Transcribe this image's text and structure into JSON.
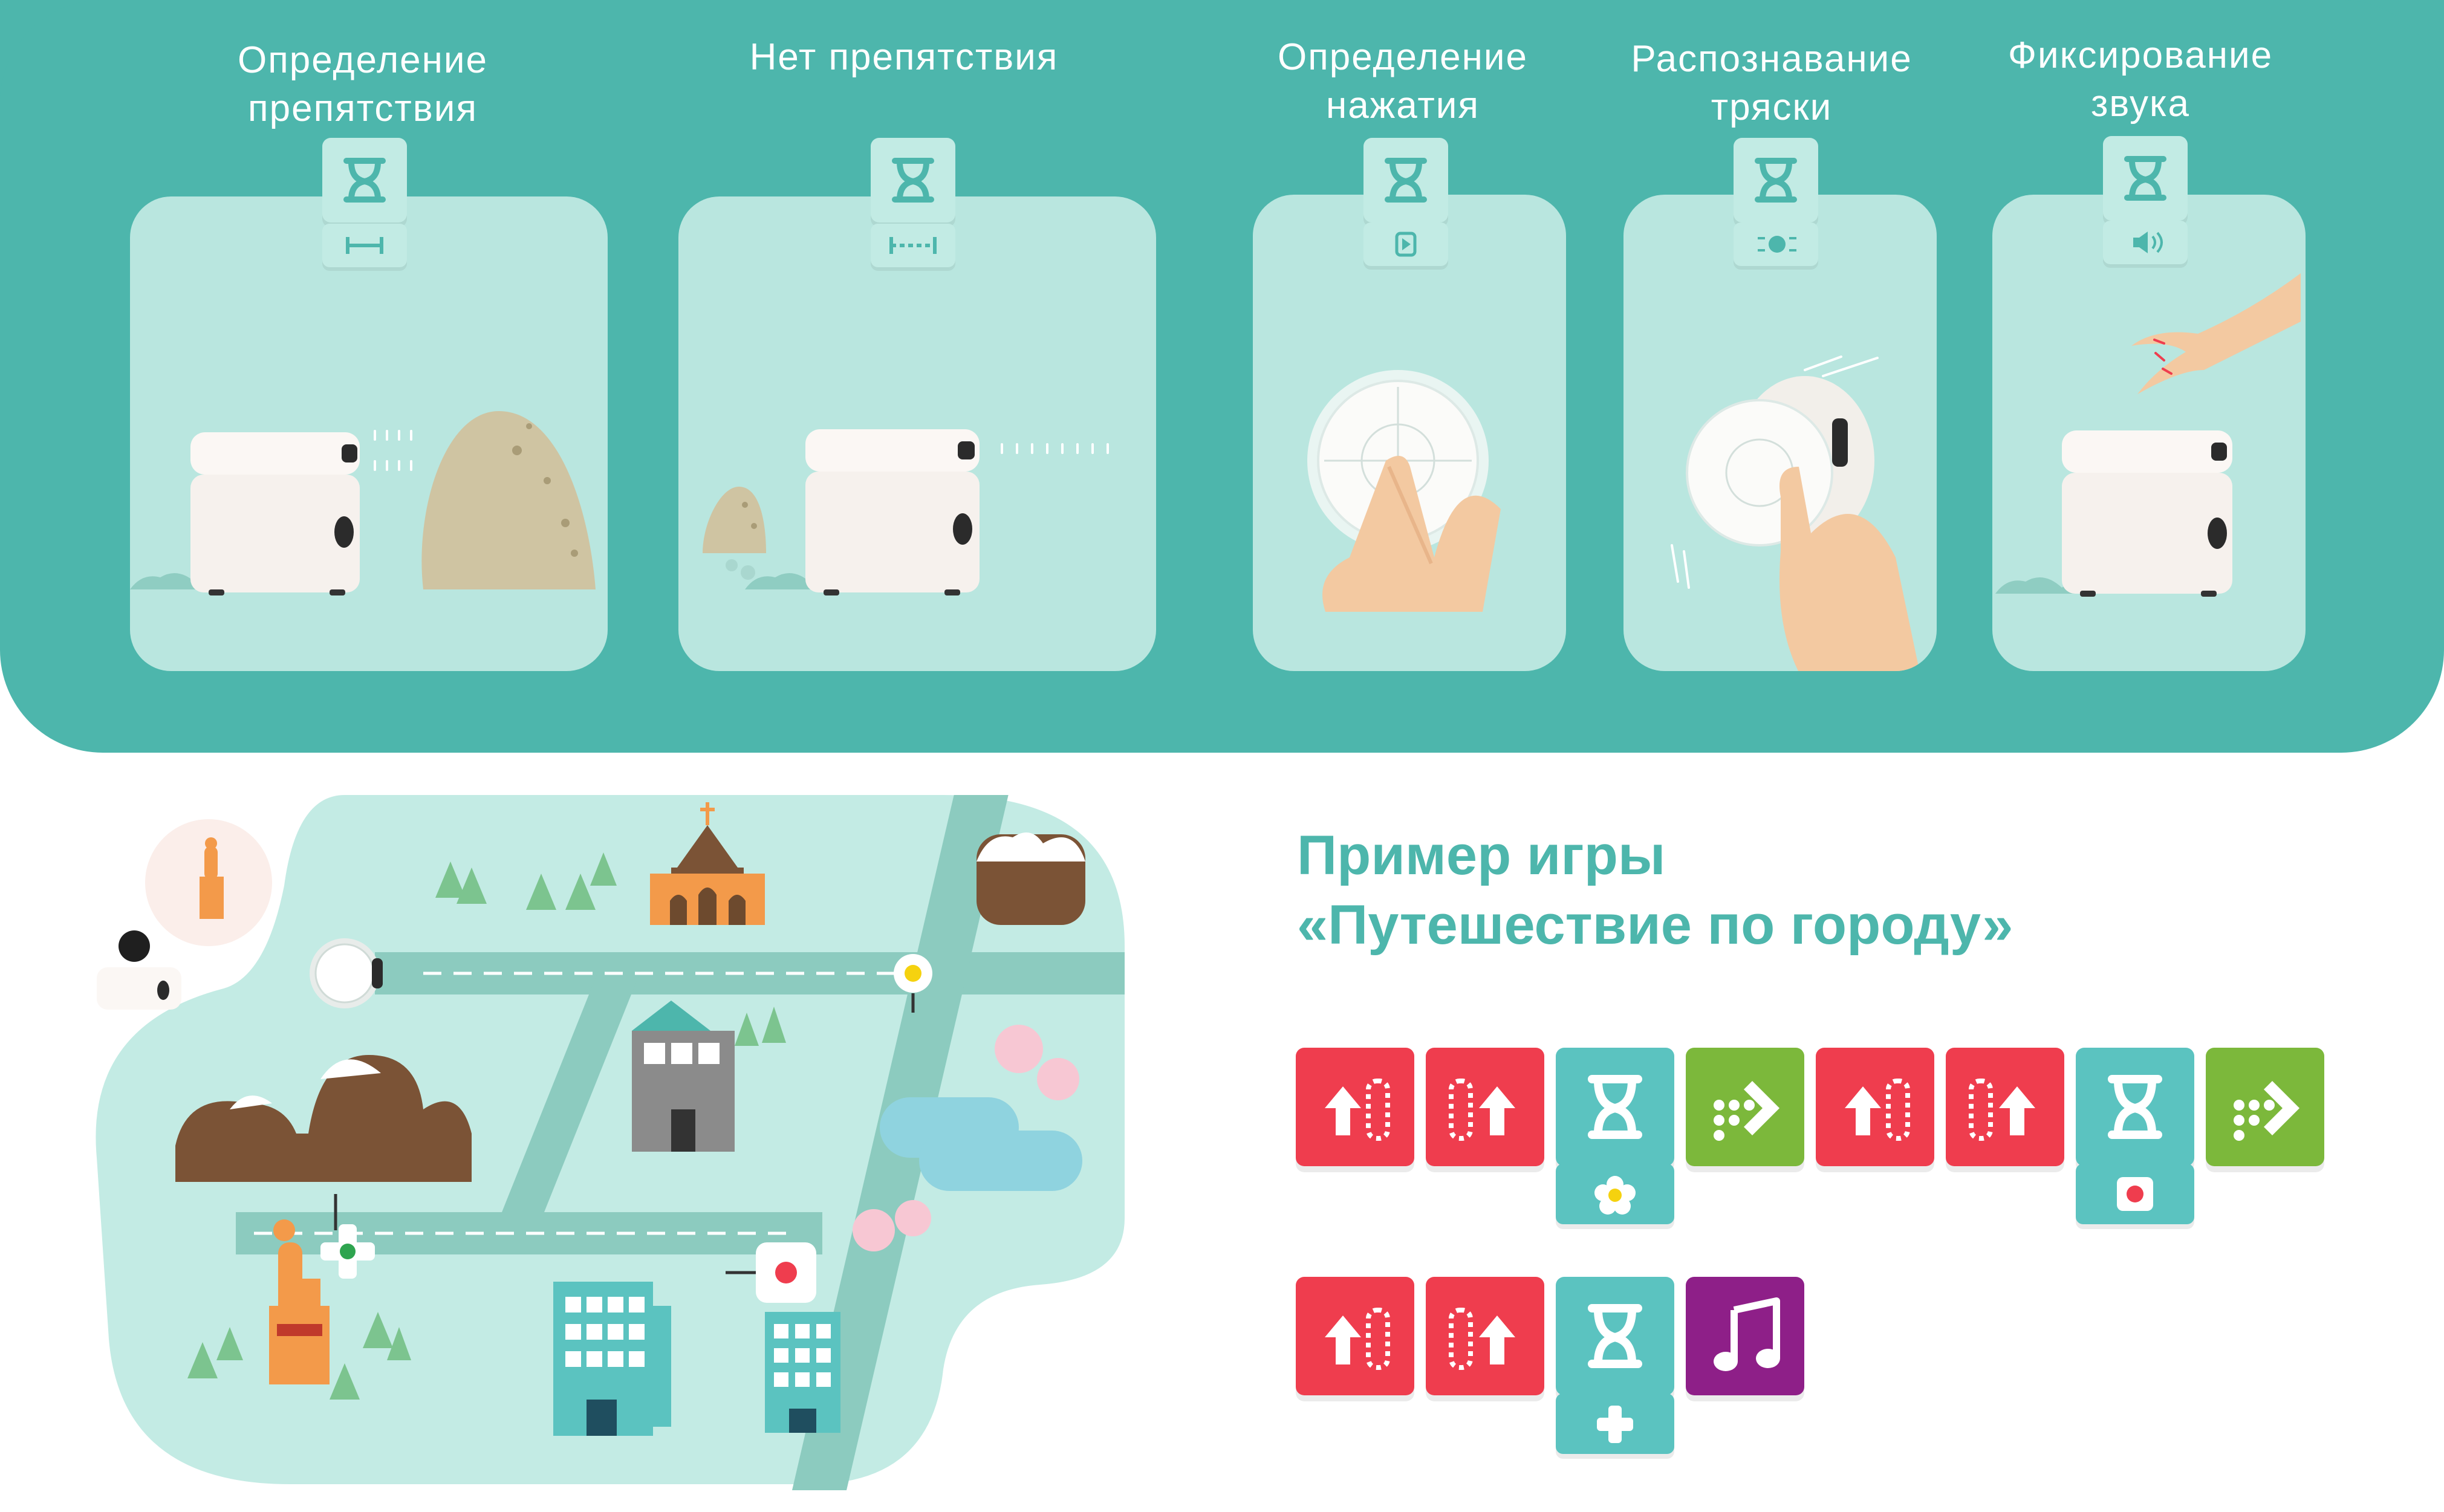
{
  "cards": [
    {
      "title": "Определение\nпрепятствия",
      "sensor_icon": "distance-sensor-icon",
      "scene": "robot-obstacle"
    },
    {
      "title": "Нет препятствия",
      "sensor_icon": "no-obstacle-sensor-icon",
      "scene": "robot-no-obstacle"
    },
    {
      "title": "Определение\nнажатия",
      "sensor_icon": "press-sensor-icon",
      "scene": "finger-press"
    },
    {
      "title": "Распознавание\nтряски",
      "sensor_icon": "shake-sensor-icon",
      "scene": "hand-shake"
    },
    {
      "title": "Фиксирование\nзвука",
      "sensor_icon": "sound-sensor-icon",
      "scene": "clap-sound"
    }
  ],
  "example": {
    "line1": "Пример игры",
    "line2": "«Путешествие по городу»"
  },
  "program_row1": [
    "move-forward",
    "move-forward",
    "wait-flower",
    "turn-right",
    "move-forward",
    "move-forward",
    "wait-red-button",
    "turn-right"
  ],
  "program_row2": [
    "move-forward",
    "move-forward",
    "wait-plus",
    "play-music"
  ],
  "colors": {
    "banner": "#4db6ac",
    "panel": "#b9e6df",
    "block_red": "#ef3d4e",
    "block_green": "#7cb83b",
    "block_teal": "#5bc3c0",
    "block_purple": "#8e1f88",
    "headline": "#4db6ac"
  }
}
